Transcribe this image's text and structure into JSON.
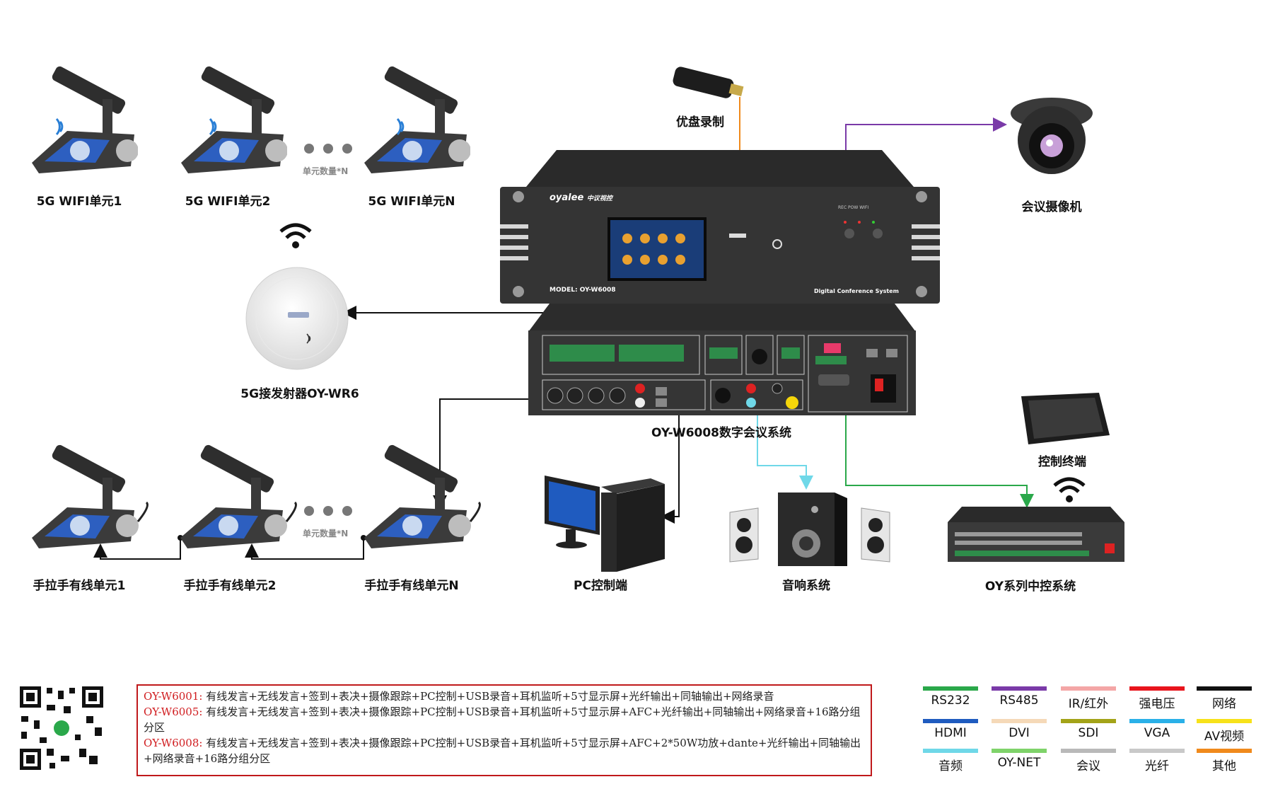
{
  "units": {
    "wifi": [
      "5G WIFI单元1",
      "5G WIFI单元2",
      "5G WIFI单元N"
    ],
    "wired": [
      "手拉手有线单元1",
      "手拉手有线单元2",
      "手拉手有线单元N"
    ],
    "count_note": "单元数量*N"
  },
  "devices": {
    "usb": "优盘录制",
    "camera": "会议摄像机",
    "transceiver": "5G接发射器OY-WR6",
    "main_unit": "OY-W6008数字会议系统",
    "tablet": "控制终端",
    "pc": "PC控制端",
    "speakers": "音响系统",
    "central_control": "OY系列中控系统"
  },
  "panel": {
    "brand": "oyalee",
    "brand_cn": "中议视控",
    "model": "MODEL:  OY-W6008",
    "subtitle": "Digital Conference System",
    "indicators": "REC   POW  WIFI"
  },
  "notes": [
    {
      "model": "OY-W6001:",
      "text": "有线发言+无线发言+签到+表决+摄像跟踪+PC控制+USB录音+耳机监听+5寸显示屏+光纤输出+同轴输出+网络录音"
    },
    {
      "model": "OY-W6005:",
      "text": "有线发言+无线发言+签到+表决+摄像跟踪+PC控制+USB录音+耳机监听+5寸显示屏+AFC+光纤输出+同轴输出+网络录音+16路分组分区"
    },
    {
      "model": "OY-W6008:",
      "text": "有线发言+无线发言+签到+表决+摄像跟踪+PC控制+USB录音+耳机监听+5寸显示屏+AFC+2*50W功放+dante+光纤输出+同轴输出+网络录音+16路分组分区"
    }
  ],
  "legend": [
    {
      "label": "RS232",
      "color": "#2aa84a"
    },
    {
      "label": "RS485",
      "color": "#7a3aa8"
    },
    {
      "label": "IR/红外",
      "color": "#f4a6a6"
    },
    {
      "label": "强电压",
      "color": "#e8141c"
    },
    {
      "label": "网络",
      "color": "#111111"
    },
    {
      "label": "HDMI",
      "color": "#1f5bbf"
    },
    {
      "label": "DVI",
      "color": "#f5d9b8"
    },
    {
      "label": "SDI",
      "color": "#a3a318"
    },
    {
      "label": "VGA",
      "color": "#2ab0e8"
    },
    {
      "label": "AV视频",
      "color": "#f7e21a"
    },
    {
      "label": "音频",
      "color": "#6fd8e8"
    },
    {
      "label": "OY-NET",
      "color": "#7fd36a"
    },
    {
      "label": "会议",
      "color": "#b9b9b9"
    },
    {
      "label": "光纤",
      "color": "#c9c9c9"
    },
    {
      "label": "其他",
      "color": "#f08a1c"
    }
  ]
}
